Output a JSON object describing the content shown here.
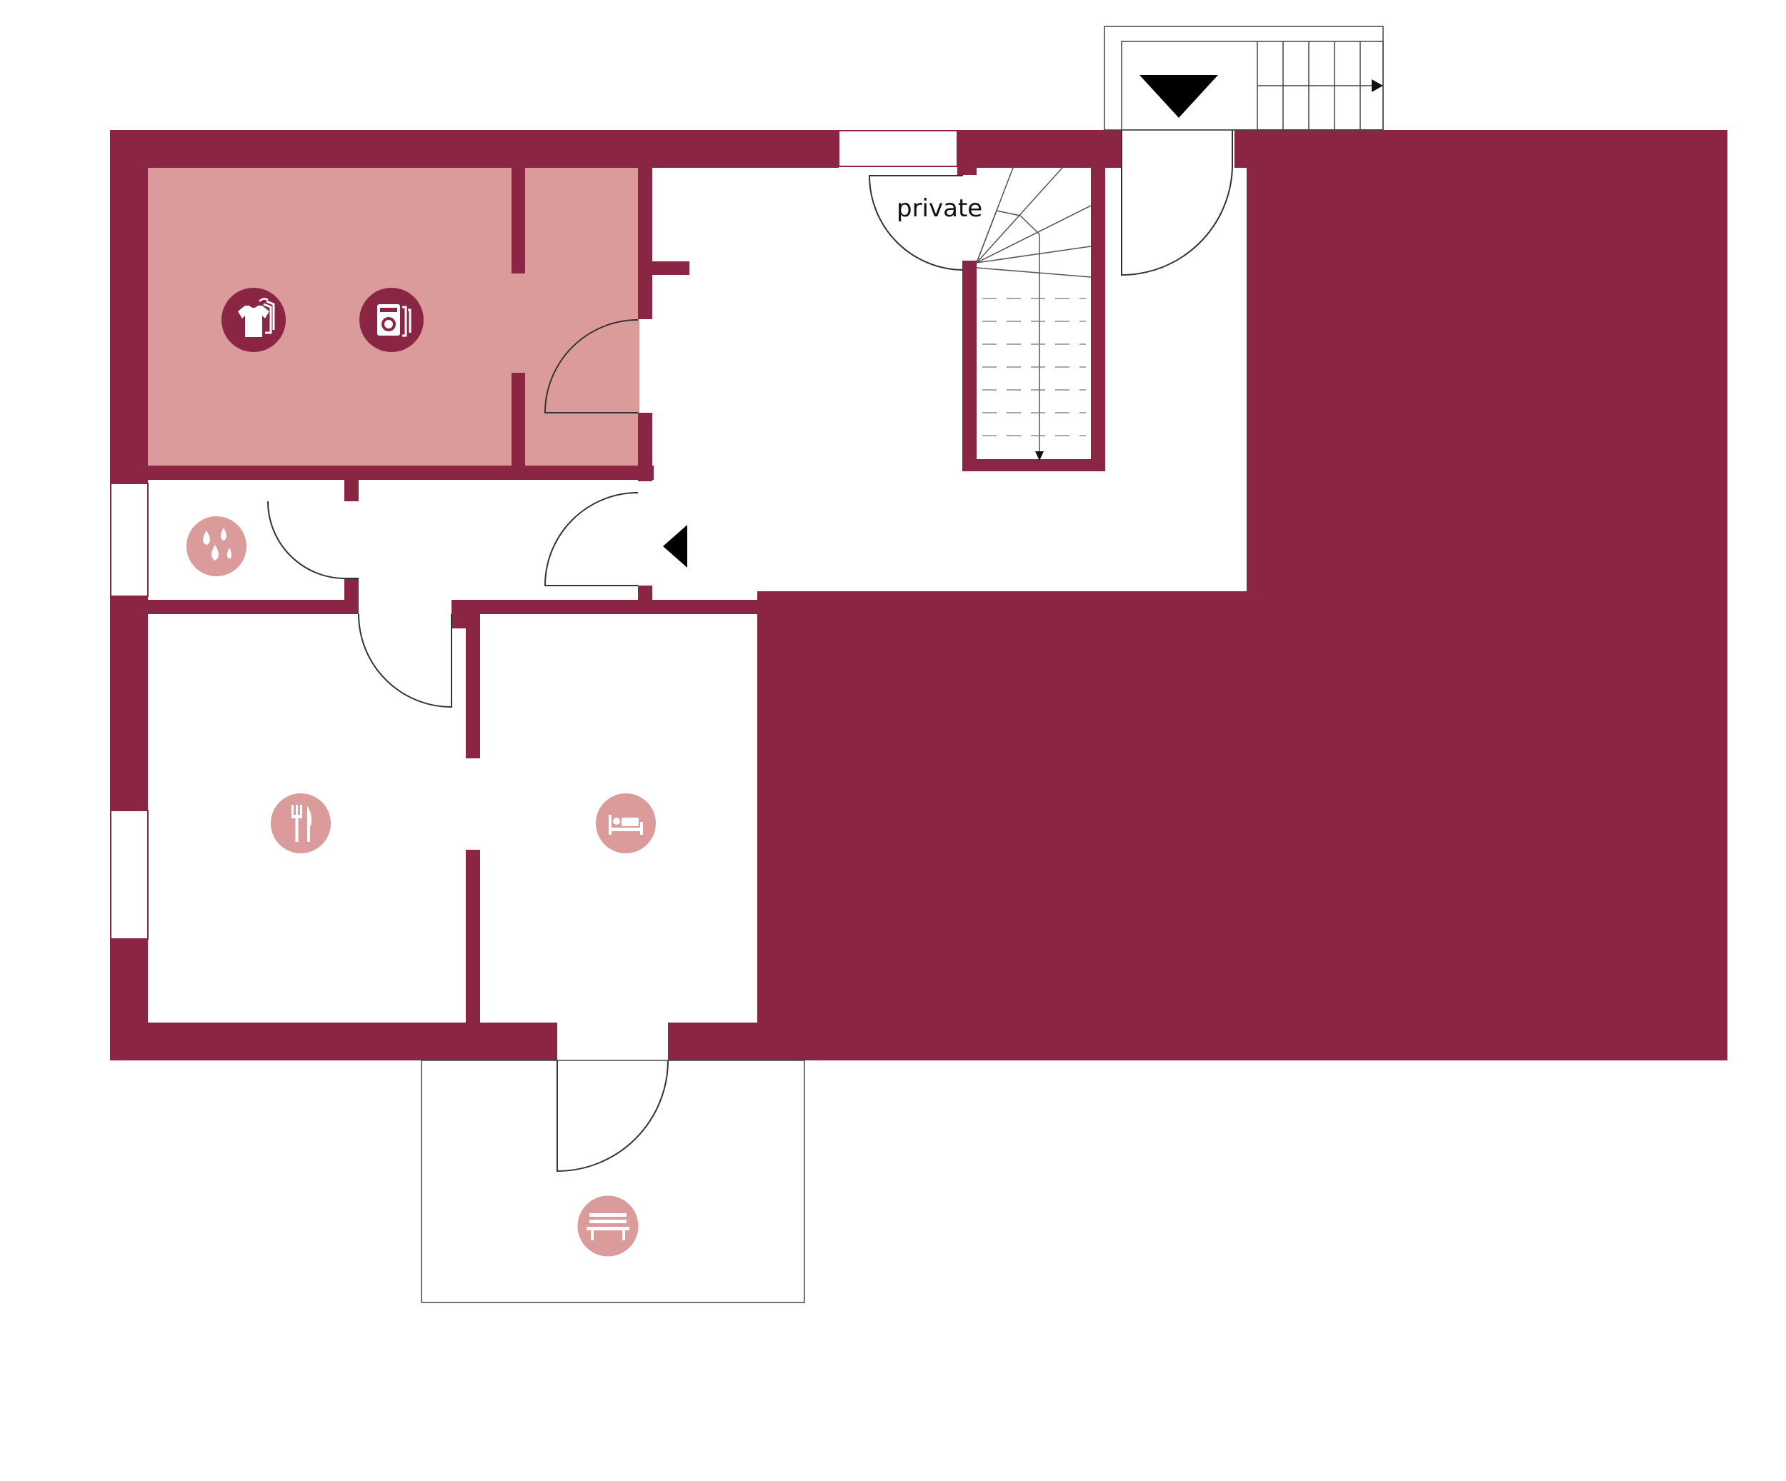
{
  "floorplan": {
    "stair_label": "private",
    "colors": {
      "wall": "#8a2644",
      "utility_room": "#db9b9b",
      "icon_dark": "#8a2644",
      "icon_light": "#db9b9b",
      "line": "#222222",
      "background": "#ffffff"
    },
    "icons": [
      {
        "name": "clothes-icon",
        "room": "utility"
      },
      {
        "name": "washing-machine-icon",
        "room": "utility"
      },
      {
        "name": "bathroom-water-drops-icon",
        "room": "bathroom"
      },
      {
        "name": "dining-icon",
        "room": "dining"
      },
      {
        "name": "bed-icon",
        "room": "bedroom"
      },
      {
        "name": "bench-icon",
        "room": "terrace"
      }
    ],
    "entrance_markers": [
      "entrance-arrow-down-icon",
      "entrance-arrow-left-icon"
    ]
  }
}
